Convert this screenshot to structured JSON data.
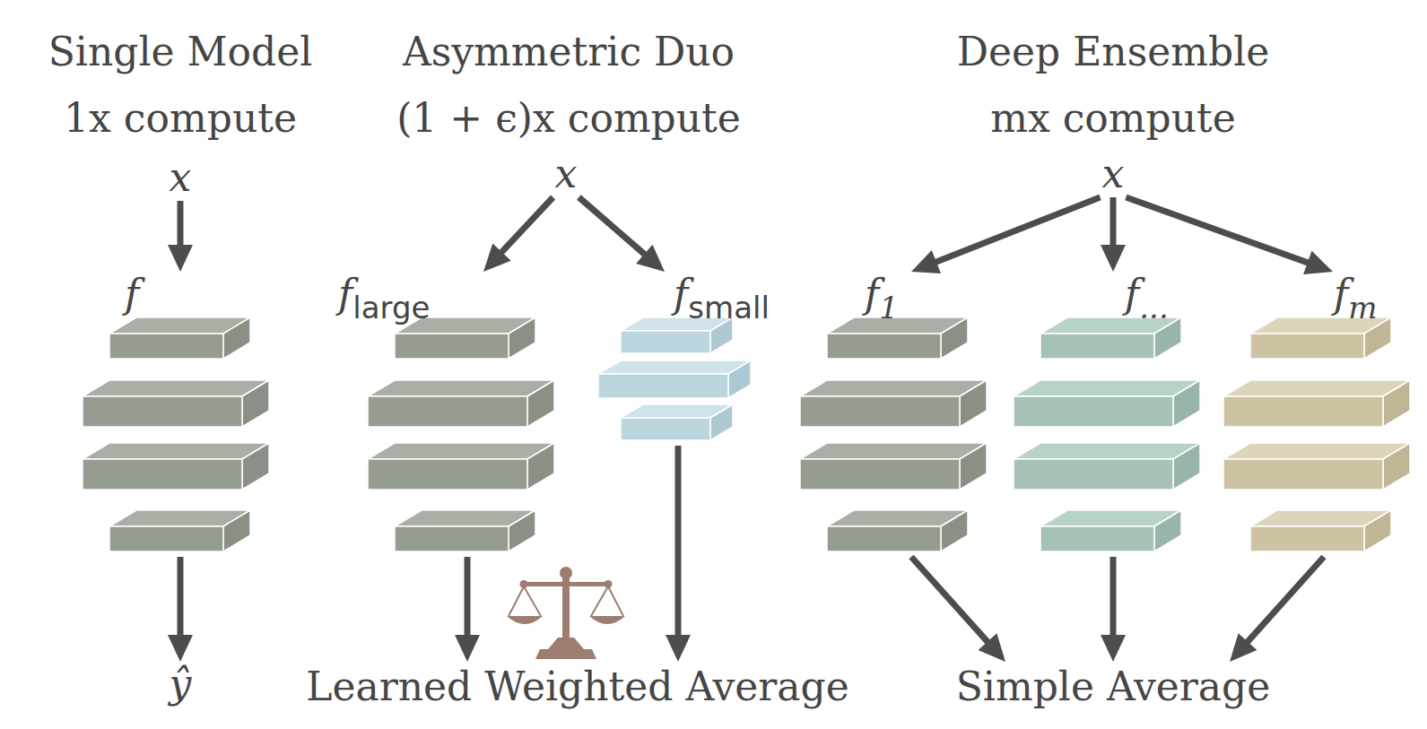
{
  "diagram": {
    "nodes": [
      {
        "text": [
          "x"
        ]
      },
      {
        "text": [
          "f"
        ]
      },
      {
        "text": [
          "ŷ"
        ]
      },
      {
        "text": [
          "x"
        ]
      },
      {
        "text": [
          "f",
          "large"
        ]
      },
      {
        "text": [
          "f",
          "small"
        ]
      },
      {
        "text": [
          "Learned Weighted Average"
        ]
      },
      {
        "text": [
          "x"
        ]
      },
      {
        "text": [
          "f",
          "1"
        ]
      },
      {
        "text": [
          "f",
          "..."
        ]
      },
      {
        "text": [
          "f",
          "m"
        ]
      },
      {
        "text": [
          "Simple Average"
        ]
      }
    ],
    "edges": [
      {
        "from": 0,
        "to": 1,
        "arrow": "to"
      },
      {
        "from": 1,
        "to": 2,
        "arrow": "to"
      },
      {
        "from": 3,
        "to": 4,
        "arrow": "to"
      },
      {
        "from": 3,
        "to": 5,
        "arrow": "to"
      },
      {
        "from": 4,
        "to": 6,
        "arrow": "to"
      },
      {
        "from": 5,
        "to": 6,
        "arrow": "to"
      },
      {
        "from": 7,
        "to": 8,
        "arrow": "to"
      },
      {
        "from": 7,
        "to": 9,
        "arrow": "to"
      },
      {
        "from": 7,
        "to": 10,
        "arrow": "to"
      },
      {
        "from": 8,
        "to": 11,
        "arrow": "to"
      },
      {
        "from": 9,
        "to": 11,
        "arrow": "to"
      },
      {
        "from": 10,
        "to": 11,
        "arrow": "to"
      }
    ],
    "labels": [
      "Single Model",
      "1x compute",
      "Asymmetric Duo",
      "(1 + ϵ)x compute",
      "Deep Ensemble",
      "mx compute"
    ]
  }
}
